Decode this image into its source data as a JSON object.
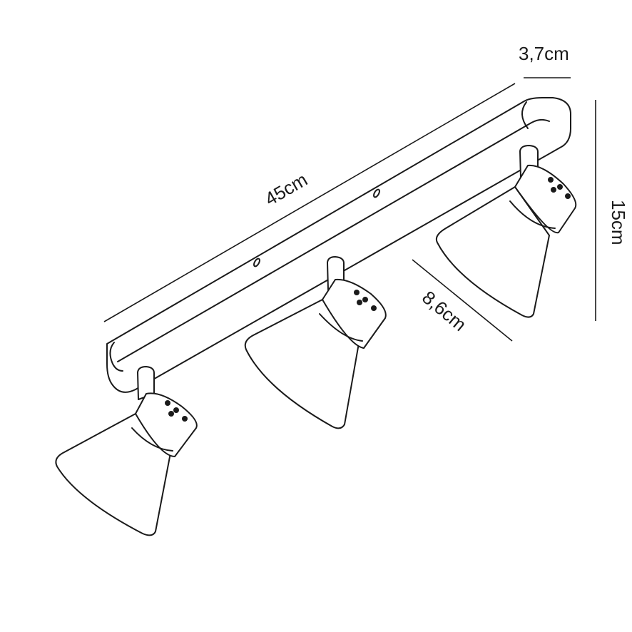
{
  "dimensions": {
    "depth": "3,7cm",
    "length": "45cm",
    "height": "15cm",
    "spot": "8,6cm"
  },
  "colors": {
    "stroke": "#1a1a1a",
    "background": "#ffffff"
  }
}
